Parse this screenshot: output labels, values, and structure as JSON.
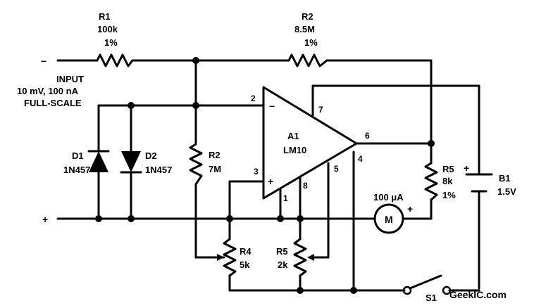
{
  "input": {
    "minus": "−",
    "plus": "+",
    "title": "INPUT",
    "line1": "10 mV, 100 nA",
    "line2": "FULL-SCALE"
  },
  "r1": {
    "ref": "R1",
    "value": "100k",
    "tol": "1%"
  },
  "r2_top": {
    "ref": "R2",
    "value": "8.5M",
    "tol": "1%"
  },
  "r2_mid": {
    "ref": "R2",
    "value": "7M"
  },
  "d1": {
    "ref": "D1",
    "part": "1N457"
  },
  "d2": {
    "ref": "D2",
    "part": "1N457"
  },
  "opamp": {
    "ref": "A1",
    "part": "LM10",
    "minus_sign": "−",
    "plus_sign": "+",
    "pins": {
      "p1": "1",
      "p2": "2",
      "p3": "3",
      "p4": "4",
      "p5": "5",
      "p6": "6",
      "p7": "7",
      "p8": "8"
    }
  },
  "r4": {
    "ref": "R4",
    "value": "5k"
  },
  "r5_pot": {
    "ref": "R5",
    "value": "2k"
  },
  "r5": {
    "ref": "R5",
    "value": "8k",
    "tol": "1%"
  },
  "meter": {
    "label": "100 μA",
    "symbol": "M",
    "plus": "+"
  },
  "battery": {
    "ref": "B1",
    "value": "1.5V",
    "plus": "+"
  },
  "switch": {
    "ref": "S1"
  },
  "watermark": "GeekIC.com"
}
